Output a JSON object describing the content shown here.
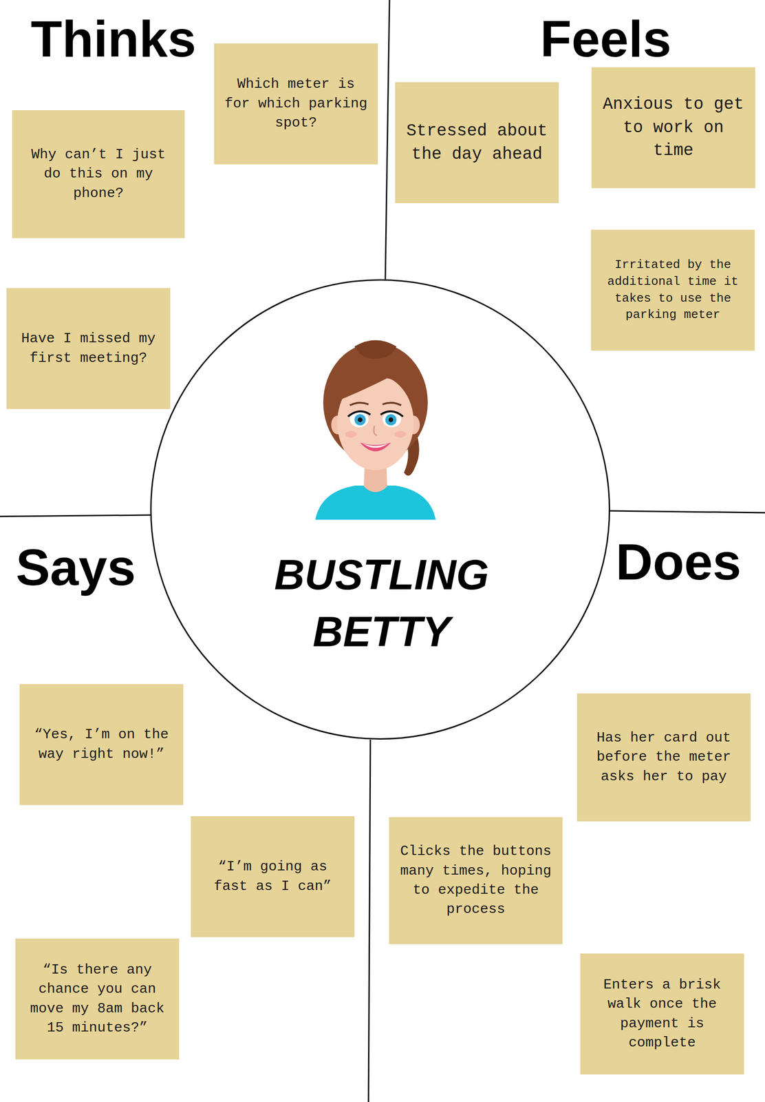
{
  "diagram": {
    "nodes": [
      {
        "text": [
          "Which meter is for which parking spot?"
        ]
      },
      {
        "text": [
          "Why can’t I just do this on my phone?"
        ]
      },
      {
        "text": [
          "Have I missed my first meeting?"
        ]
      },
      {
        "text": [
          "Stressed about the day ahead"
        ]
      },
      {
        "text": [
          "Anxious to get to work on time"
        ]
      },
      {
        "text": [
          "Irritated by the additional time it takes to use the parking meter"
        ]
      },
      {
        "text": [
          "BUSTLING BETTY"
        ]
      },
      {
        "text": [
          "“Yes, I’m on the way right now!”"
        ]
      },
      {
        "text": [
          "“I’m going as fast as I can”"
        ]
      },
      {
        "text": [
          "“Is there any chance you can move my 8am back 15 minutes?”"
        ]
      },
      {
        "text": [
          "Has her card out before the meter asks her to pay"
        ]
      },
      {
        "text": [
          "Clicks the buttons many times, hoping to expedite the process"
        ]
      },
      {
        "text": [
          "Enters a brisk walk once the payment is complete"
        ]
      }
    ],
    "labels": [
      "Thinks",
      "Feels",
      "Says",
      "Does"
    ]
  }
}
